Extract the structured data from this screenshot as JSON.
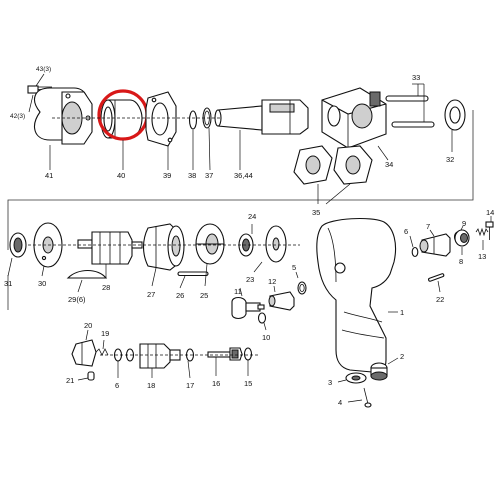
{
  "diagram": {
    "labels": {
      "p43": "43(3)",
      "p42": "42(3)",
      "p41": "41",
      "p40": "40",
      "p39": "39",
      "p38": "38",
      "p37": "37",
      "p36": "36,44",
      "p33": "33",
      "p34": "34",
      "p32": "32",
      "p35": "35",
      "p31": "31",
      "p30": "30",
      "p29": "29(6)",
      "p28": "28",
      "p27": "27",
      "p26": "26",
      "p25": "25",
      "p24": "24",
      "p23": "23",
      "p5": "5",
      "p6a": "6",
      "p7": "7",
      "p9": "9",
      "p8": "8",
      "p13": "13",
      "p14": "14",
      "p22": "22",
      "p11": "11",
      "p12": "12",
      "p10": "10",
      "p1": "1",
      "p2": "2",
      "p3": "3",
      "p4": "4",
      "p20": "20",
      "p19": "19",
      "p21": "21",
      "p6b": "6",
      "p18": "18",
      "p17": "17",
      "p16": "16",
      "p15": "15"
    },
    "highlight_color": "#d81818"
  }
}
